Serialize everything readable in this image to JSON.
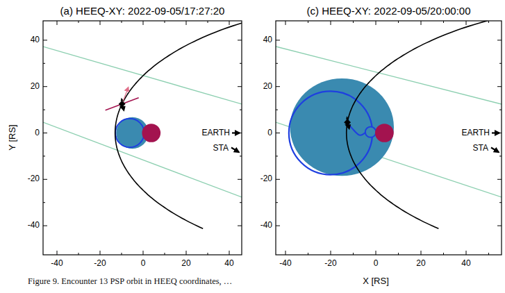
{
  "diagram": {
    "caption": "Figure 9. Encounter 13 PSP orbit in HEEQ coordinates, …",
    "labels": [
      "(a) HEEQ-XY: 2022-09-05/17:27:20",
      "(c) HEEQ-XY: 2022-09-05/20:00:00",
      "40",
      "20",
      "0",
      "-20",
      "-40",
      "-40",
      "-20",
      "0",
      "20",
      "40",
      "Y [RS]",
      "EARTH",
      "STA",
      "40",
      "20",
      "0",
      "-20",
      "-40",
      "-40",
      "-20",
      "0",
      "20",
      "40",
      "X [RS]",
      "EARTH",
      "STA"
    ]
  }
}
